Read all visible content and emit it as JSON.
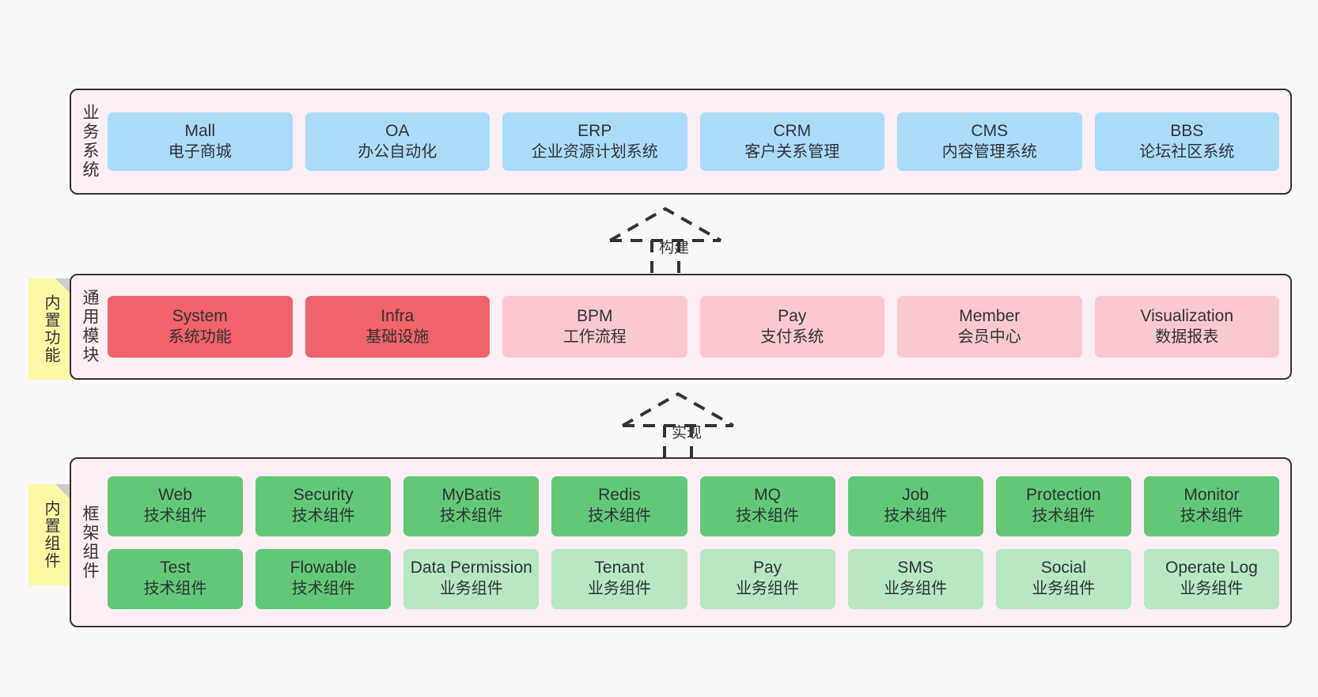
{
  "diagram": {
    "type": "layered-architecture",
    "connectors": [
      {
        "name": "build",
        "label": "构建",
        "style": "dashed-generalization-arrow",
        "from": "通用模块",
        "to": "业务系统"
      },
      {
        "name": "implement",
        "label": "实现",
        "style": "dashed-generalization-arrow",
        "from": "框架组件",
        "to": "通用模块"
      }
    ],
    "notes": [
      {
        "name": "builtin-functions",
        "label": "内置功能",
        "color": "#fbf8a6"
      },
      {
        "name": "builtin-components",
        "label": "内置组件",
        "color": "#fbf8a6"
      }
    ],
    "layers": [
      {
        "name": "business-systems",
        "title": "业务系统",
        "rows": [
          [
            {
              "title": "Mall",
              "subtitle": "电子商城",
              "color": "#aadcfa"
            },
            {
              "title": "OA",
              "subtitle": "办公自动化",
              "color": "#aadcfa"
            },
            {
              "title": "ERP",
              "subtitle": "企业资源计划系统",
              "color": "#aadcfa"
            },
            {
              "title": "CRM",
              "subtitle": "客户关系管理",
              "color": "#aadcfa"
            },
            {
              "title": "CMS",
              "subtitle": "内容管理系统",
              "color": "#aadcfa"
            },
            {
              "title": "BBS",
              "subtitle": "论坛社区系统",
              "color": "#aadcfa"
            }
          ]
        ]
      },
      {
        "name": "common-modules",
        "title": "通用模块",
        "rows": [
          [
            {
              "title": "System",
              "subtitle": "系统功能",
              "color": "#f1626a"
            },
            {
              "title": "Infra",
              "subtitle": "基础设施",
              "color": "#f1626a"
            },
            {
              "title": "BPM",
              "subtitle": "工作流程",
              "color": "#fbc8cf"
            },
            {
              "title": "Pay",
              "subtitle": "支付系统",
              "color": "#fbc8cf"
            },
            {
              "title": "Member",
              "subtitle": "会员中心",
              "color": "#fbc8cf"
            },
            {
              "title": "Visualization",
              "subtitle": "数据报表",
              "color": "#fbc8cf"
            }
          ]
        ]
      },
      {
        "name": "framework-components",
        "title": "框架组件",
        "rows": [
          [
            {
              "title": "Web",
              "subtitle": "技术组件",
              "color": "#62c878"
            },
            {
              "title": "Security",
              "subtitle": "技术组件",
              "color": "#62c878"
            },
            {
              "title": "MyBatis",
              "subtitle": "技术组件",
              "color": "#62c878"
            },
            {
              "title": "Redis",
              "subtitle": "技术组件",
              "color": "#62c878"
            },
            {
              "title": "MQ",
              "subtitle": "技术组件",
              "color": "#62c878"
            },
            {
              "title": "Job",
              "subtitle": "技术组件",
              "color": "#62c878"
            },
            {
              "title": "Protection",
              "subtitle": "技术组件",
              "color": "#62c878"
            },
            {
              "title": "Monitor",
              "subtitle": "技术组件",
              "color": "#62c878"
            }
          ],
          [
            {
              "title": "Test",
              "subtitle": "技术组件",
              "color": "#62c878"
            },
            {
              "title": "Flowable",
              "subtitle": "技术组件",
              "color": "#62c878"
            },
            {
              "title": "Data Permission",
              "subtitle": "业务组件",
              "color": "#b9e6c3"
            },
            {
              "title": "Tenant",
              "subtitle": "业务组件",
              "color": "#b9e6c3"
            },
            {
              "title": "Pay",
              "subtitle": "业务组件",
              "color": "#b9e6c3"
            },
            {
              "title": "SMS",
              "subtitle": "业务组件",
              "color": "#b9e6c3"
            },
            {
              "title": "Social",
              "subtitle": "业务组件",
              "color": "#b9e6c3"
            },
            {
              "title": "Operate Log",
              "subtitle": "业务组件",
              "color": "#b9e6c3"
            }
          ]
        ]
      }
    ]
  }
}
